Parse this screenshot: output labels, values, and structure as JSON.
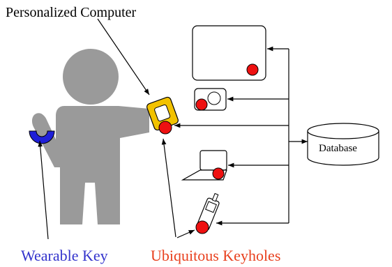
{
  "labels": {
    "personalized_computer": "Personalized Computer",
    "database": "Database",
    "wearable_key": "Wearable Key",
    "ubiquitous_keyholes": "Ubiquitous Keyholes"
  },
  "colors": {
    "person": "#9a9a9a",
    "wearable_key": "#1f1fd8",
    "keyhole": "#ee1111",
    "computer_device": "#f2c200",
    "line": "#000000",
    "wearable_label": "#3333cc",
    "keyholes_label": "#e8401e"
  }
}
